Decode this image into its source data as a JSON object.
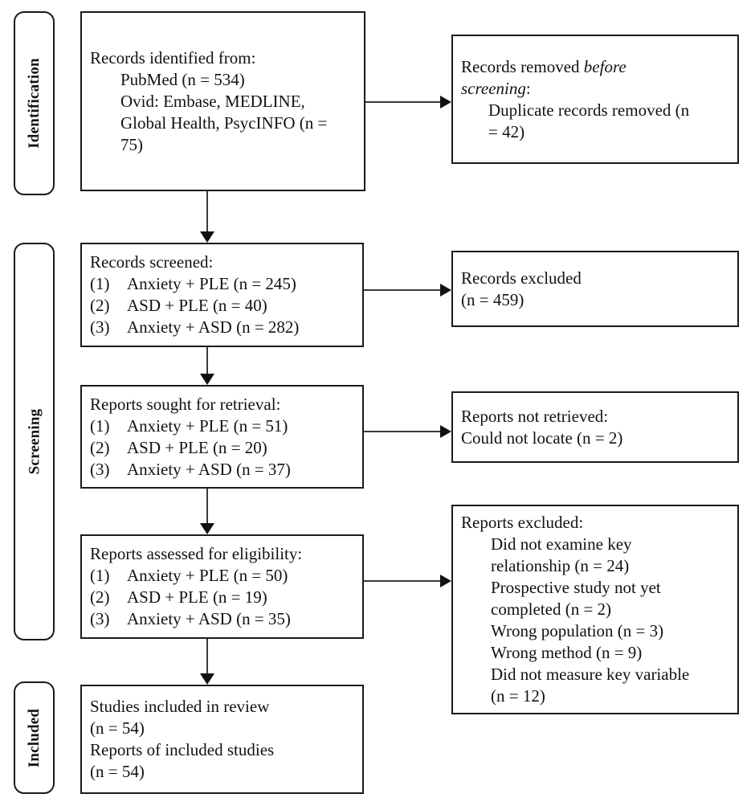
{
  "stages": [
    {
      "label": "Identification"
    },
    {
      "label": "Screening"
    },
    {
      "label": "Included"
    }
  ],
  "boxes": {
    "identified": {
      "lines": [
        "Records identified from:",
        "PubMed (n = 534)",
        "Ovid: Embase, MEDLINE,",
        "Global Health, PsycINFO (n =",
        "75)"
      ]
    },
    "screened": {
      "title": "Records screened:",
      "items": [
        {
          "num": "(1)",
          "text": "Anxiety + PLE (n = 245)"
        },
        {
          "num": "(2)",
          "text": "ASD + PLE (n = 40)"
        },
        {
          "num": "(3)",
          "text": "Anxiety + ASD (n = 282)"
        }
      ]
    },
    "sought": {
      "title": "Reports sought for retrieval:",
      "items": [
        {
          "num": "(1)",
          "text": "Anxiety + PLE (n = 51)"
        },
        {
          "num": "(2)",
          "text": "ASD + PLE (n = 20)"
        },
        {
          "num": "(3)",
          "text": "Anxiety + ASD (n = 37)"
        }
      ]
    },
    "assessed": {
      "title": "Reports assessed for eligibility:",
      "items": [
        {
          "num": "(1)",
          "text": "Anxiety + PLE (n = 50)"
        },
        {
          "num": "(2)",
          "text": "ASD + PLE (n = 19)"
        },
        {
          "num": "(3)",
          "text": "Anxiety + ASD (n = 35)"
        }
      ]
    },
    "included": {
      "lines": [
        "Studies included in review",
        "(n = 54)",
        "Reports of included studies",
        "(n = 54)"
      ]
    },
    "removed_before": {
      "title1_prefix": "Records removed ",
      "title1_italic": "before",
      "title2_italic": "screening",
      "title2_suffix": ":",
      "item_lines": [
        "Duplicate records removed (n",
        "= 42)"
      ]
    },
    "records_excluded": {
      "lines": [
        "Records excluded",
        "(n = 459)"
      ]
    },
    "not_retrieved": {
      "lines": [
        "Reports not retrieved:",
        "Could not locate (n = 2)"
      ]
    },
    "reports_excluded": {
      "title": "Reports excluded:",
      "item_lines": [
        "Did not examine key",
        "relationship (n = 24)",
        "Prospective study not yet",
        "completed (n = 2)",
        "Wrong population (n = 3)",
        "Wrong method (n = 9)",
        "Did not measure key variable",
        "(n = 12)"
      ]
    }
  },
  "colors": {
    "border": "#1a1a1a",
    "text": "#121212",
    "background": "#ffffff"
  }
}
